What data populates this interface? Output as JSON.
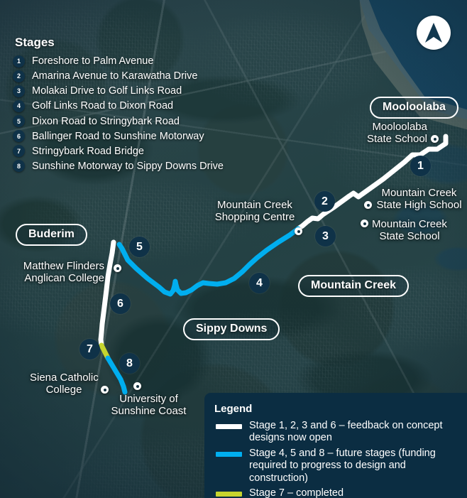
{
  "map": {
    "title": "Mooloolaba to Sippy Downs coastal pathway stages map",
    "compass_icon": "north-arrow-icon"
  },
  "stages_panel": {
    "title": "Stages",
    "items": [
      {
        "number": "1",
        "label": "Foreshore to Palm Avenue"
      },
      {
        "number": "2",
        "label": "Amarina Avenue to Karawatha Drive"
      },
      {
        "number": "3",
        "label": "Molakai Drive to Golf Links Road"
      },
      {
        "number": "4",
        "label": "Golf Links Road to Dixon Road"
      },
      {
        "number": "5",
        "label": "Dixon Road to Stringybark Road"
      },
      {
        "number": "6",
        "label": "Ballinger Road to Sunshine Motorway"
      },
      {
        "number": "7",
        "label": "Stringybark Road Bridge"
      },
      {
        "number": "8",
        "label": "Sunshine Motorway to Sippy Downs Drive"
      }
    ]
  },
  "suburb_labels": [
    {
      "name": "Mooloolaba"
    },
    {
      "name": "Buderim"
    },
    {
      "name": "Mountain Creek"
    },
    {
      "name": "Sippy Downs"
    }
  ],
  "poi_labels": [
    {
      "line1": "Mooloolaba",
      "line2": "State School"
    },
    {
      "line1": "Mountain Creek",
      "line2": "State High School"
    },
    {
      "line1": "Mountain Creek",
      "line2": "State School"
    },
    {
      "line1": "Mountain Creek",
      "line2": "Shopping Centre"
    },
    {
      "line1": "Matthew Flinders",
      "line2": "Anglican College"
    },
    {
      "line1": "Siena Catholic",
      "line2": "College"
    },
    {
      "line1": "University of",
      "line2": "Sunshine Coast"
    }
  ],
  "map_stage_badges": [
    {
      "number": "1"
    },
    {
      "number": "2"
    },
    {
      "number": "3"
    },
    {
      "number": "4"
    },
    {
      "number": "5"
    },
    {
      "number": "6"
    },
    {
      "number": "7"
    },
    {
      "number": "8"
    }
  ],
  "legend": {
    "title": "Legend",
    "items": [
      {
        "color": "#ffffff",
        "text": "Stage 1, 2, 3 and 6 – feedback on concept designs now open"
      },
      {
        "color": "#00aeef",
        "text": "Stage 4, 5 and 8 – future stages (funding required to progress to design and construction)"
      },
      {
        "color": "#c6d42e",
        "text": "Stage 7 – completed"
      }
    ]
  },
  "colors": {
    "badge_navy": "#0f3248",
    "legend_panel": "#0b2d42",
    "route_white": "#ffffff",
    "route_cyan": "#00aeef",
    "route_yellow": "#c6d42e"
  }
}
